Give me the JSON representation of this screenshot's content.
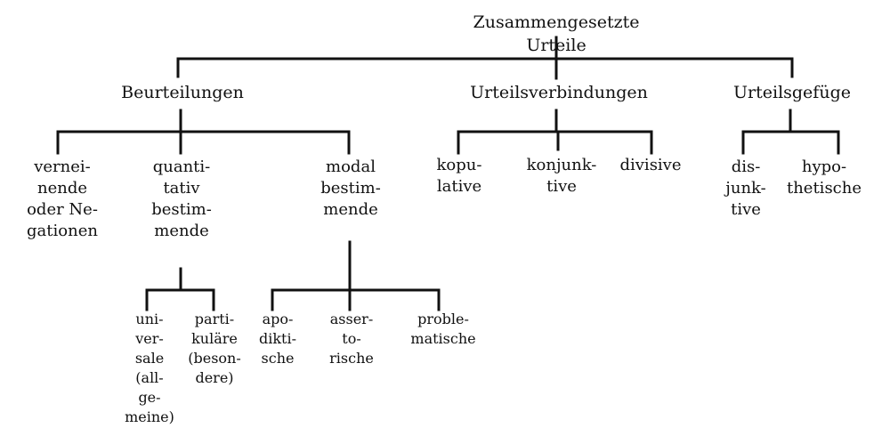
{
  "root": {
    "label": "Zusammengesetzte Urteile"
  },
  "level1": [
    {
      "label": "Beurteilungen"
    },
    {
      "label": "Urteilsverbindungen"
    },
    {
      "label": "Urteilsgefüge"
    }
  ],
  "beurteilungen": [
    {
      "label": "vernei-\nnende\noder Ne-\ngationen"
    },
    {
      "label": "quanti-\ntativ\nbestim-\nmende"
    },
    {
      "label": "modal\nbestim-\nmende"
    }
  ],
  "urteilsverbindungen": [
    {
      "label": "kopu-\nlative"
    },
    {
      "label": "konjunk-\ntive"
    },
    {
      "label": "divisive"
    }
  ],
  "urteilsgefuege": [
    {
      "label": "dis-\njunk-\ntive"
    },
    {
      "label": "hypo-\nthetische"
    }
  ],
  "quantitativ": [
    {
      "label": "uni-\nver-\nsale\n(all-\nge-\nmeine)"
    },
    {
      "label": "parti-\nkuläre\n(beson-\ndere)"
    }
  ],
  "modal": [
    {
      "label": "apo-\ndikti-\nsche"
    },
    {
      "label": "asser-\nto-\nrische"
    },
    {
      "label": "proble-\nmatische"
    }
  ]
}
